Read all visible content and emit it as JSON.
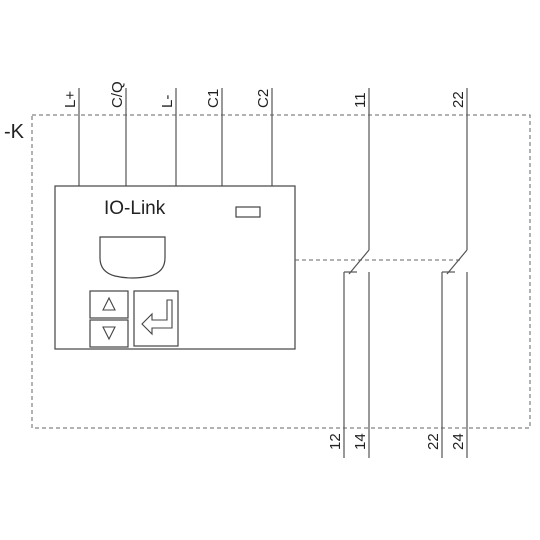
{
  "device": {
    "tag": "-K",
    "module_title": "IO-Link"
  },
  "top_terminals": {
    "l_plus": "L+",
    "cq": "C/Q",
    "l_minus": "L-",
    "c1": "C1",
    "c2": "C2",
    "contact1_common": "11",
    "contact2_common": "22"
  },
  "bottom_terminals": {
    "contact1_nc": "12",
    "contact1_no": "14",
    "contact2_nc": "22",
    "contact2_no": "24"
  },
  "keypad": {
    "up": "up-arrow-icon",
    "down": "down-arrow-icon",
    "enter": "enter-icon"
  }
}
